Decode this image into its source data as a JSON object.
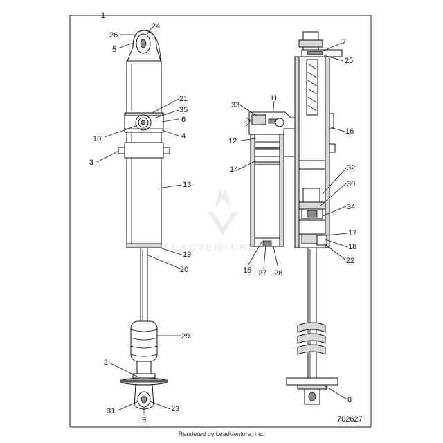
{
  "diagram": {
    "frame_label": "1",
    "drawing_number": "702627",
    "watermark": "LEADVENTURE",
    "callouts": [
      {
        "id": "c26",
        "text": "26"
      },
      {
        "id": "c24",
        "text": "24"
      },
      {
        "id": "c5",
        "text": "5"
      },
      {
        "id": "c21",
        "text": "21"
      },
      {
        "id": "c35",
        "text": "35"
      },
      {
        "id": "c6",
        "text": "6"
      },
      {
        "id": "c10",
        "text": "10"
      },
      {
        "id": "c4",
        "text": "4"
      },
      {
        "id": "c3",
        "text": "3"
      },
      {
        "id": "c13",
        "text": "13"
      },
      {
        "id": "c19",
        "text": "19"
      },
      {
        "id": "c20",
        "text": "20"
      },
      {
        "id": "c29",
        "text": "29"
      },
      {
        "id": "c2",
        "text": "2"
      },
      {
        "id": "c31",
        "text": "31"
      },
      {
        "id": "c23",
        "text": "23"
      },
      {
        "id": "c9",
        "text": "9"
      },
      {
        "id": "c7",
        "text": "7"
      },
      {
        "id": "c25",
        "text": "25"
      },
      {
        "id": "c11",
        "text": "11"
      },
      {
        "id": "c33",
        "text": "33"
      },
      {
        "id": "c16",
        "text": "16"
      },
      {
        "id": "c12",
        "text": "12"
      },
      {
        "id": "c14",
        "text": "14"
      },
      {
        "id": "c32",
        "text": "32"
      },
      {
        "id": "c30",
        "text": "30"
      },
      {
        "id": "c34",
        "text": "34"
      },
      {
        "id": "c17",
        "text": "17"
      },
      {
        "id": "c18",
        "text": "18"
      },
      {
        "id": "c22",
        "text": "22"
      },
      {
        "id": "c15",
        "text": "15"
      },
      {
        "id": "c27",
        "text": "27"
      },
      {
        "id": "c28",
        "text": "28"
      },
      {
        "id": "c8",
        "text": "8"
      }
    ]
  },
  "footer": {
    "text": "Rendered by LeadVenture, Inc."
  }
}
